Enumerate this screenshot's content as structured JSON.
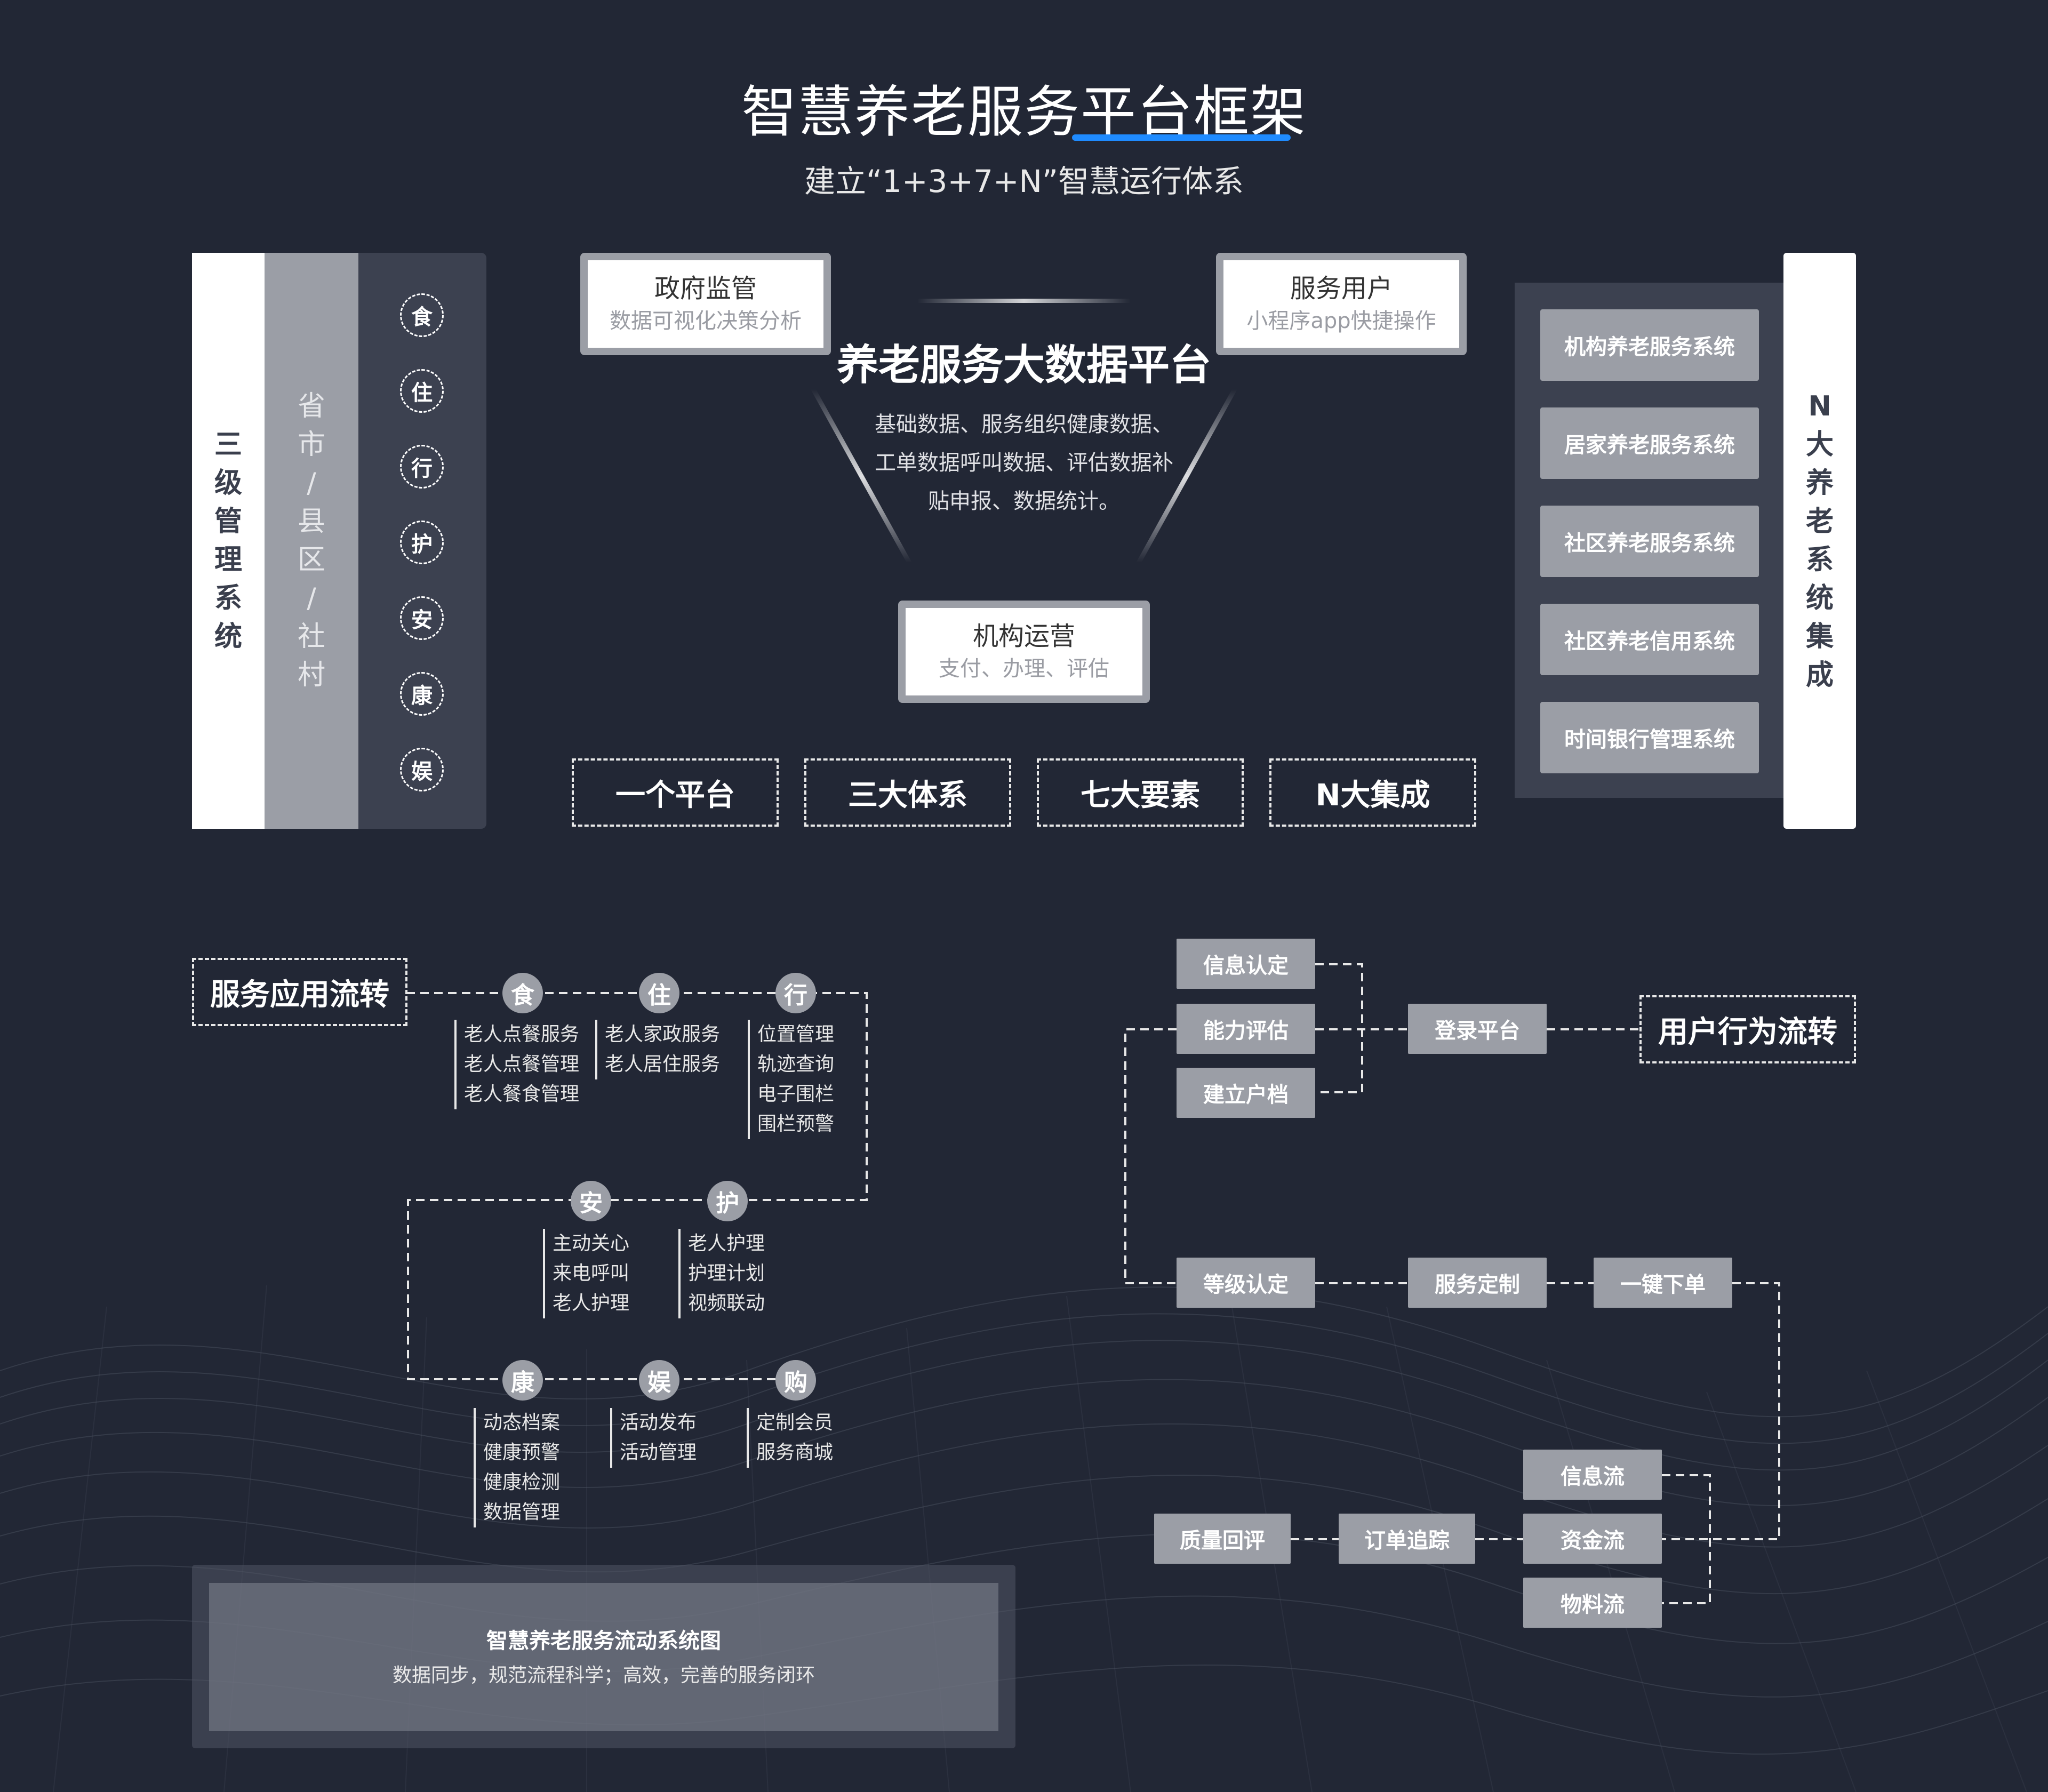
{
  "header": {
    "title": "智慧养老服务平台框架",
    "subtitle": "建立“1+3+7+N”智慧运行体系"
  },
  "left_panel": {
    "system_label": [
      "三",
      "级",
      "管",
      "理",
      "系",
      "统"
    ],
    "levels": [
      "省",
      "市",
      "/",
      "县",
      "区",
      "/",
      "社",
      "村"
    ],
    "elements": [
      "食",
      "住",
      "行",
      "护",
      "安",
      "康",
      "娱"
    ]
  },
  "center": {
    "cards": {
      "gov": {
        "title": "政府监管",
        "desc": "数据可视化决策分析"
      },
      "users": {
        "title": "服务用户",
        "desc": "小程序app快捷操作"
      },
      "org": {
        "title": "机构运营",
        "desc": "支付、办理、评估"
      }
    },
    "platform_title": "养老服务大数据平台",
    "platform_desc": "基础数据、服务组织健康数据、工单数据呼叫数据、评估数据补贴申报、数据统计。",
    "pillars": [
      "一个平台",
      "三大体系",
      "七大要素",
      "N大集成"
    ]
  },
  "right_panel": {
    "systems": [
      "机构养老服务系统",
      "居家养老服务系统",
      "社区养老服务系统",
      "社区养老信用系统",
      "时间银行管理系统"
    ],
    "label": [
      "N",
      "大",
      "养",
      "老",
      "系",
      "统",
      "集",
      "成"
    ]
  },
  "service_flow": {
    "label": "服务应用流转",
    "nodes": [
      {
        "name": "食",
        "items": [
          "老人点餐服务",
          "老人点餐管理",
          "老人餐食管理"
        ]
      },
      {
        "name": "住",
        "items": [
          "老人家政服务",
          "老人居住服务"
        ]
      },
      {
        "name": "行",
        "items": [
          "位置管理",
          "轨迹查询",
          "电子围栏",
          "围栏预警"
        ]
      },
      {
        "name": "安",
        "items": [
          "主动关心",
          "来电呼叫",
          "老人护理"
        ]
      },
      {
        "name": "护",
        "items": [
          "老人护理",
          "护理计划",
          "视频联动"
        ]
      },
      {
        "name": "康",
        "items": [
          "动态档案",
          "健康预警",
          "健康检测",
          "数据管理"
        ]
      },
      {
        "name": "娱",
        "items": [
          "活动发布",
          "活动管理"
        ]
      },
      {
        "name": "购",
        "items": [
          "定制会员",
          "服务商城"
        ]
      }
    ]
  },
  "user_flow": {
    "label": "用户行为流转",
    "boxes": {
      "info_verify": "信息认定",
      "ability_eval": "能力评估",
      "create_record": "建立户档",
      "login": "登录平台",
      "level_verify": "等级认定",
      "service_custom": "服务定制",
      "one_click_order": "一键下单",
      "info_flow": "信息流",
      "fund_flow": "资金流",
      "material_flow": "物料流",
      "quality_review": "质量回评",
      "order_tracking": "订单追踪"
    }
  },
  "footer": {
    "title": "智慧养老服务流动系统图",
    "desc": "数据同步，规范流程科学；高效，完善的服务闭环"
  },
  "colors": {
    "background": "#222735",
    "accent_blue": "#1f8bff",
    "gray_box": "#9b9ea6",
    "panel_dark": "#3c4150"
  }
}
